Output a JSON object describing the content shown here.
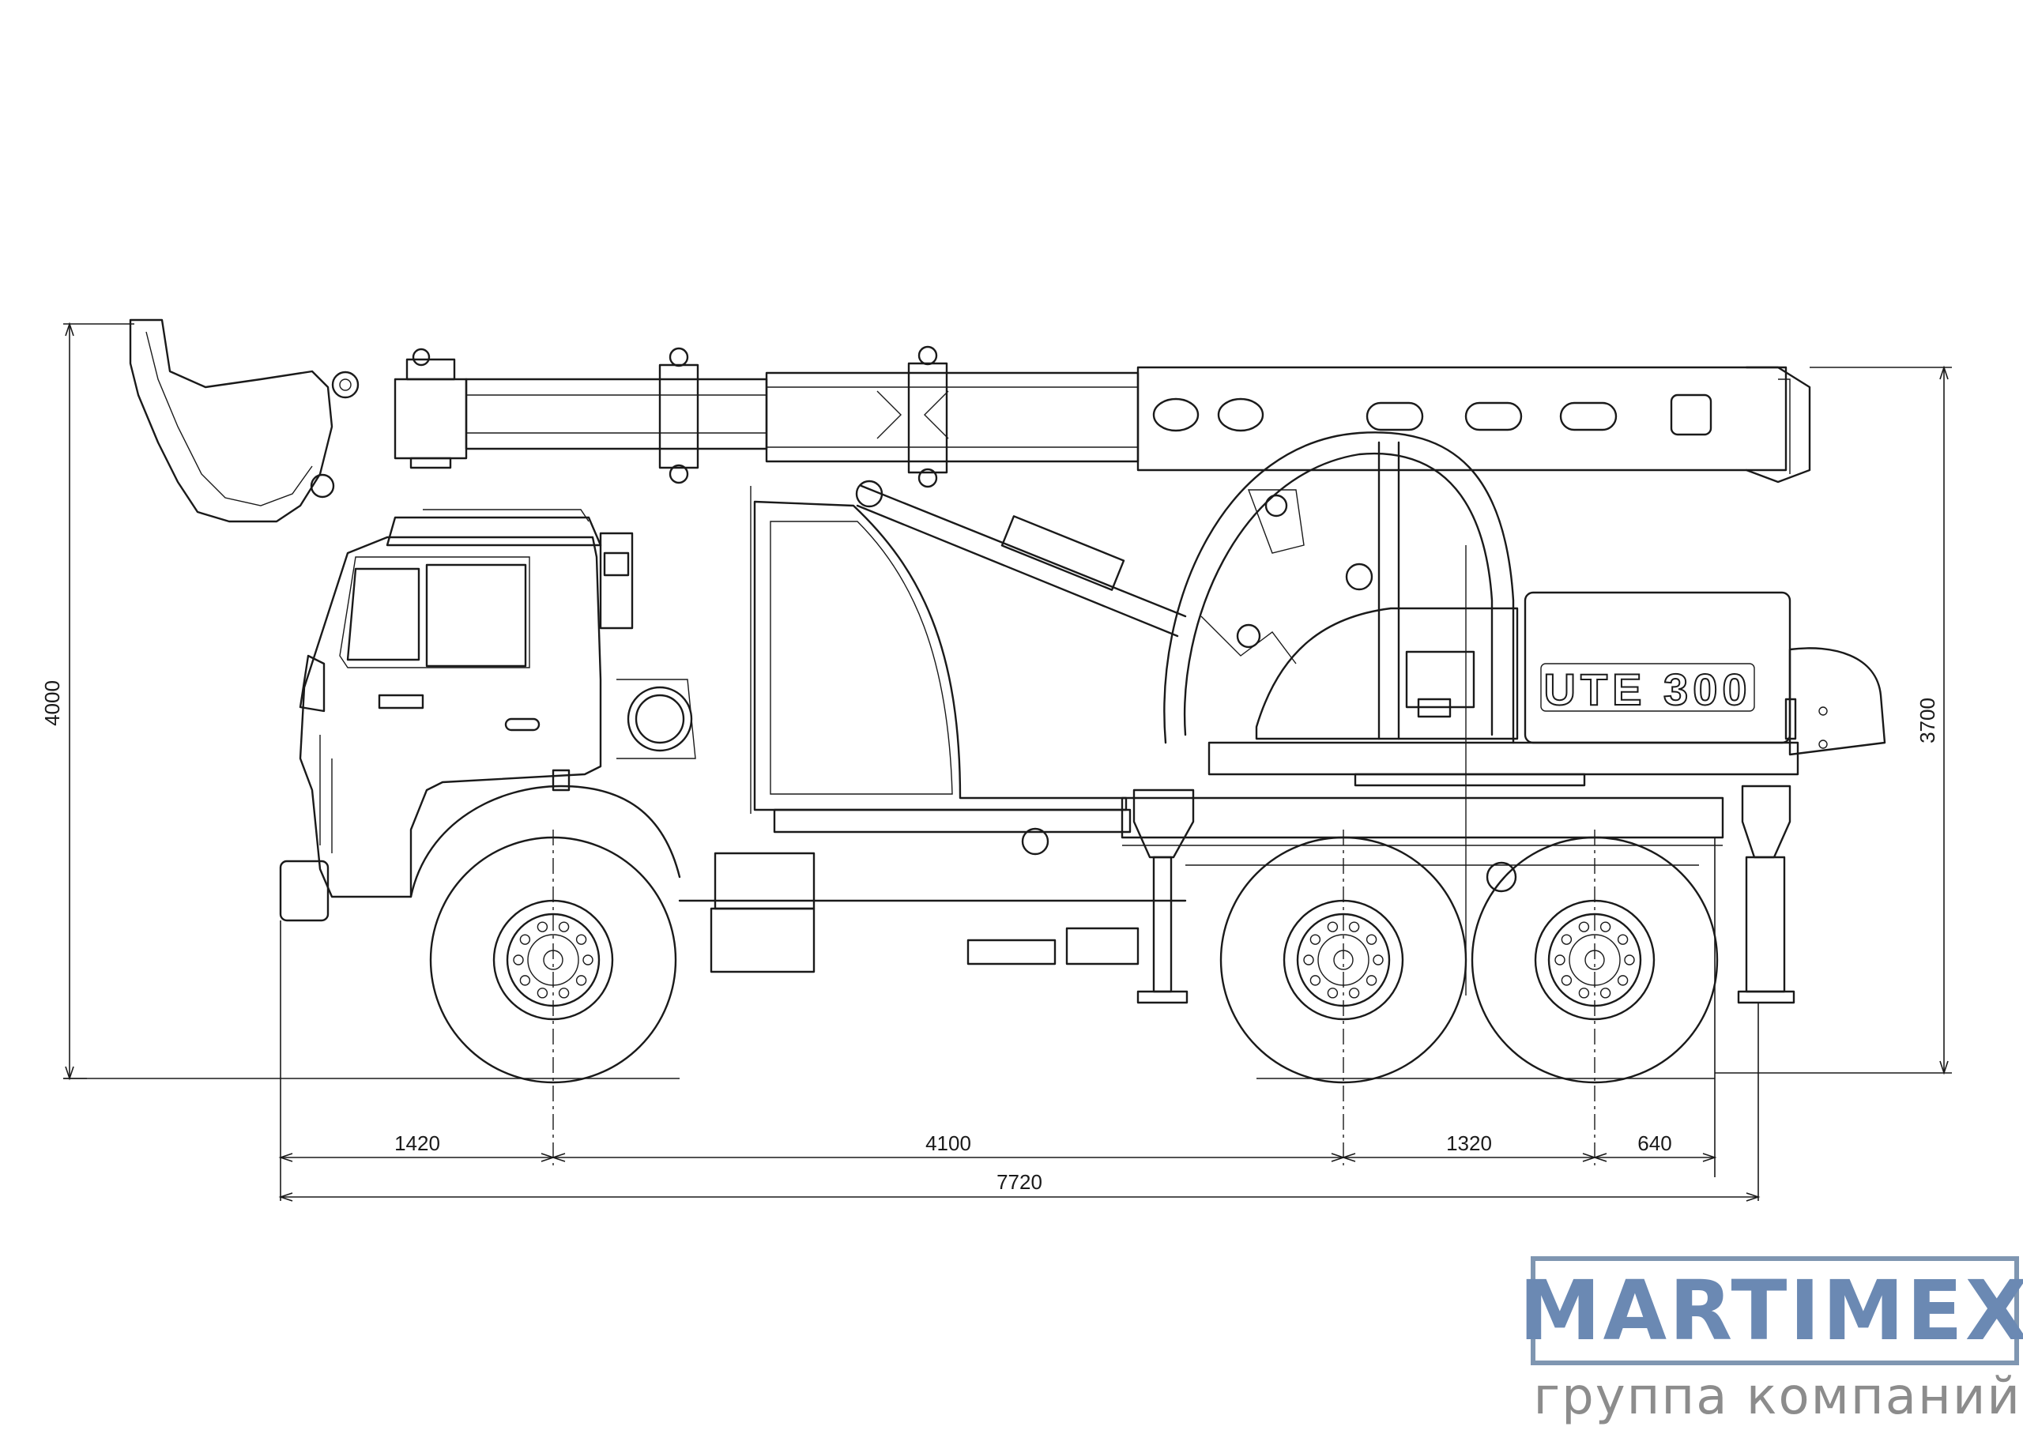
{
  "drawing": {
    "model_label": "UTE 300",
    "dimensions": {
      "overall_height": "4000",
      "crane_height": "3700",
      "front_overhang": "1420",
      "wheelbase": "4100",
      "rear_axle_spacing": "1320",
      "rear_overhang": "640",
      "overall_length": "7720"
    }
  },
  "brand": {
    "name": "MARTIMEX",
    "tagline": "группа компаний",
    "accent_color": "#6b89b3",
    "border_color": "#7f96b1",
    "tagline_color": "#8c8c8c"
  }
}
